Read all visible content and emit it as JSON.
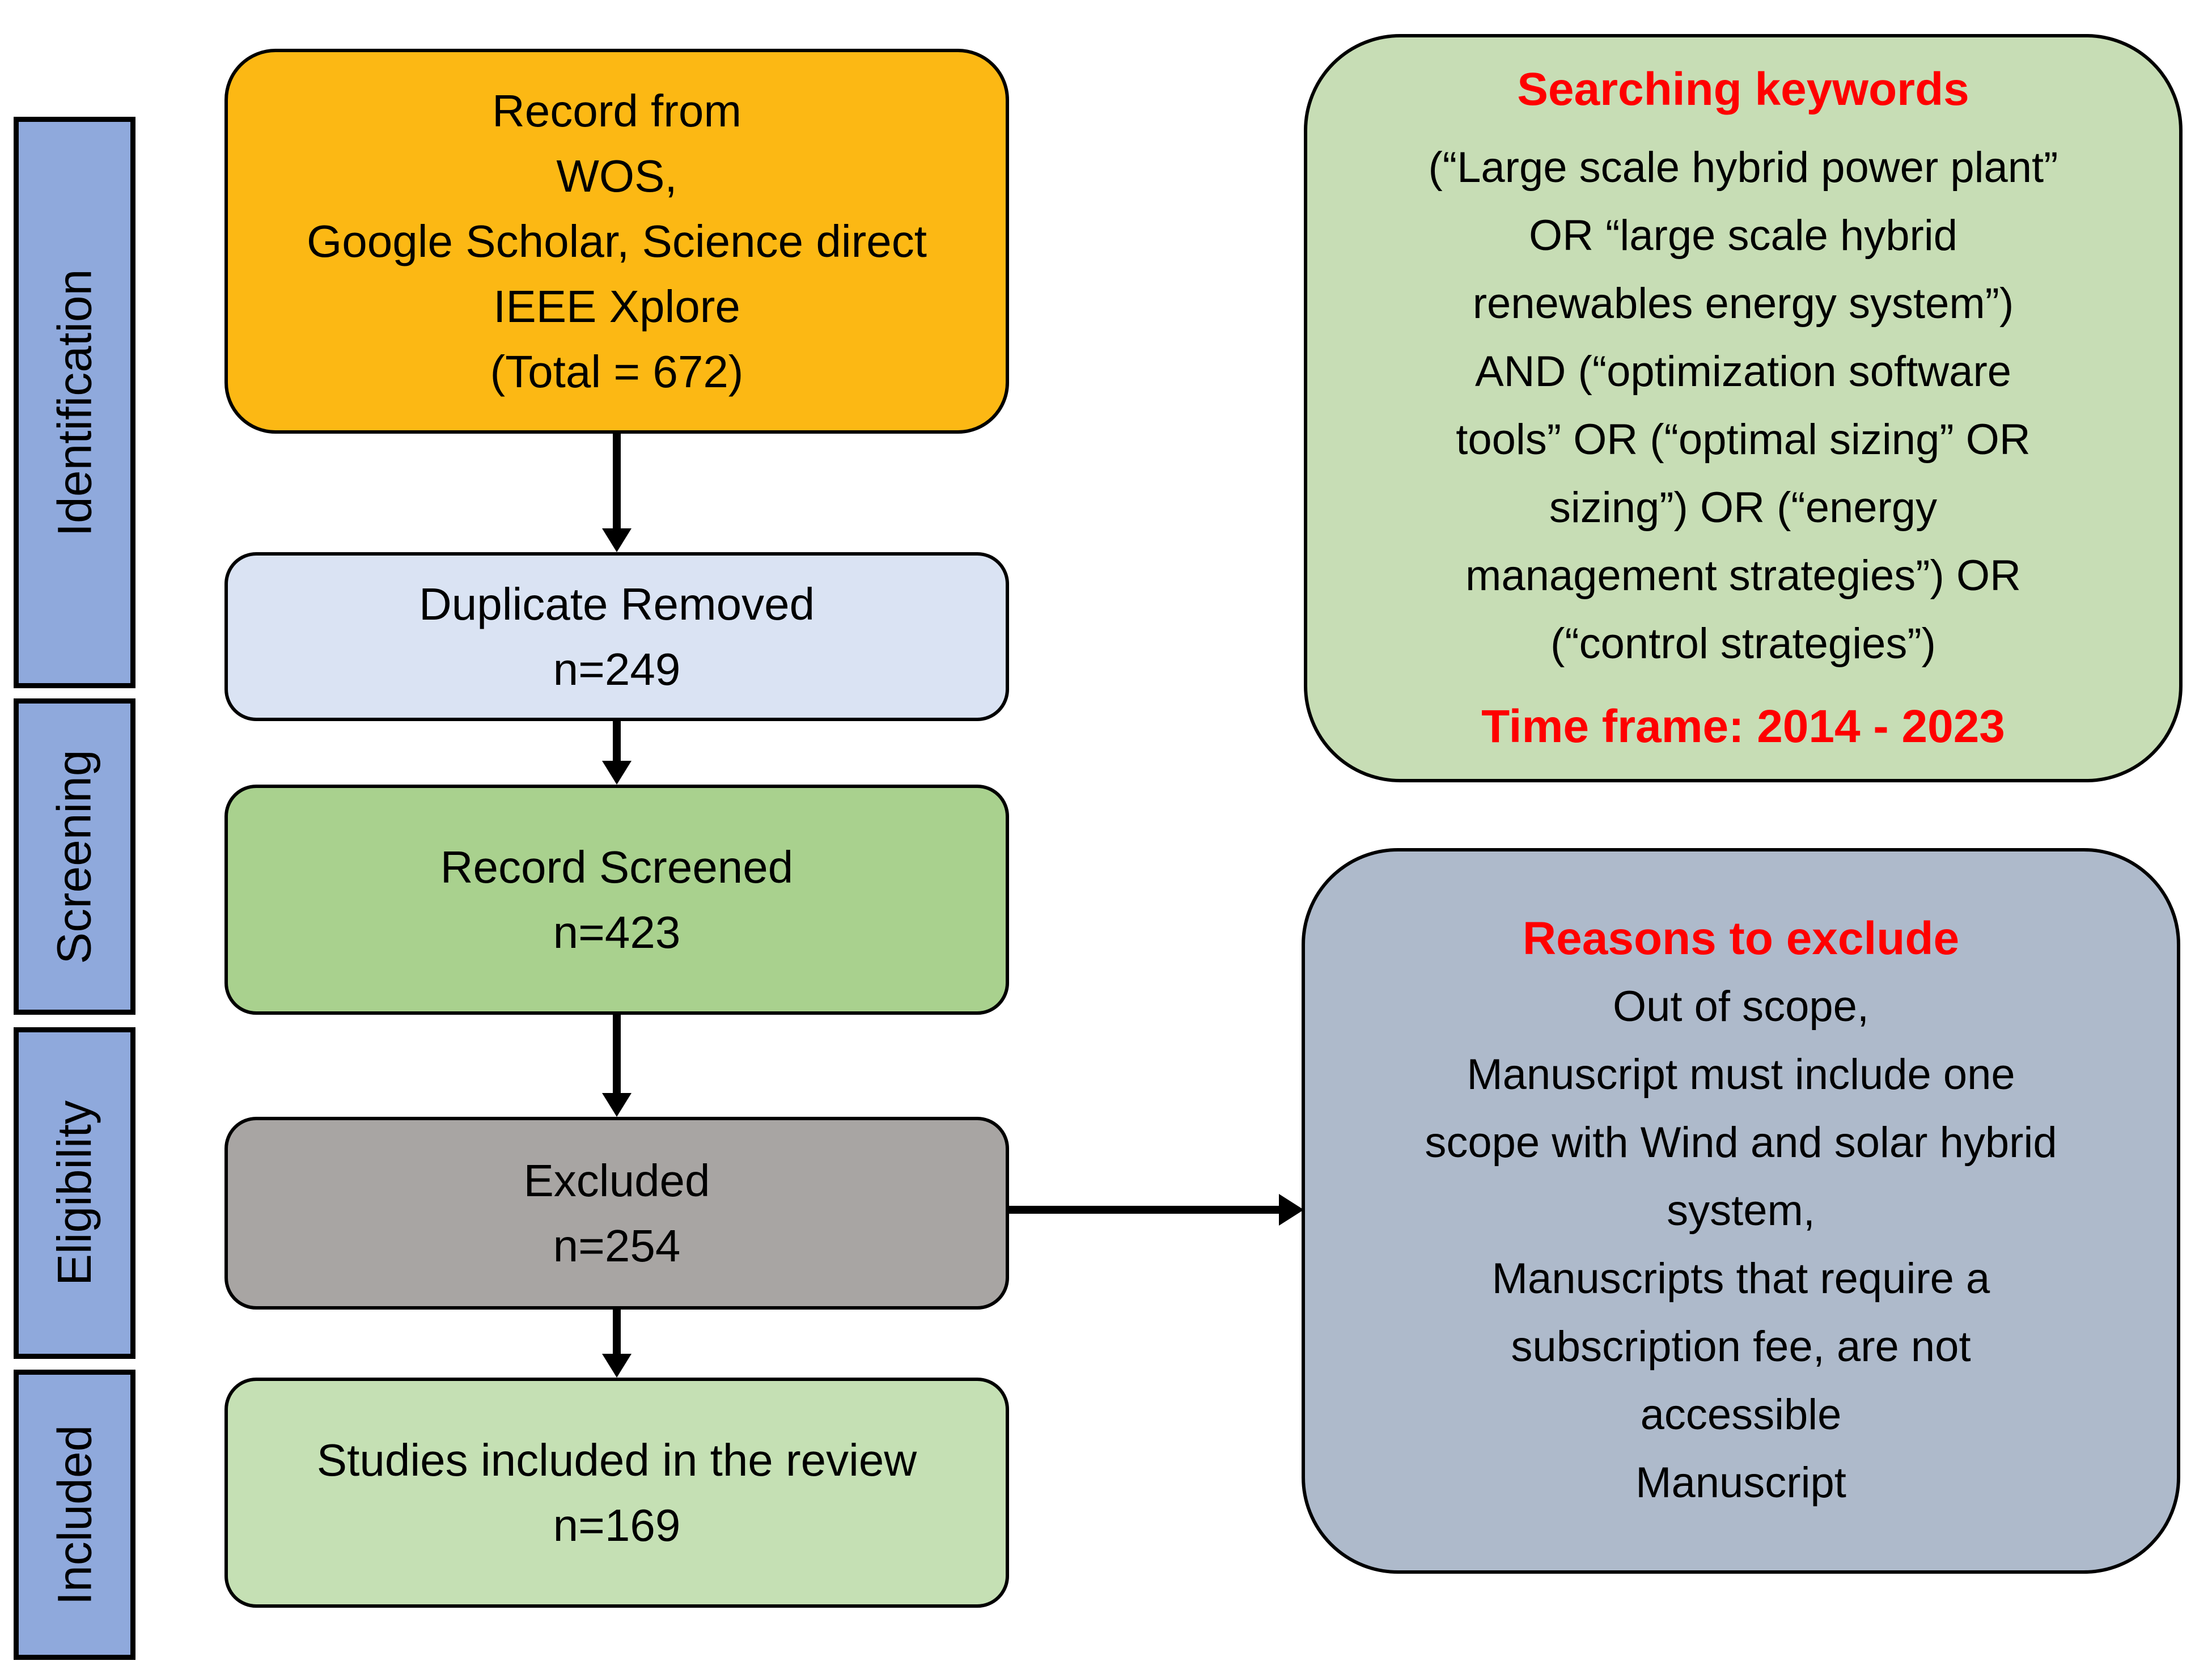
{
  "colors": {
    "stage_fill": "#8FA9DC",
    "records_fill": "#FCB814",
    "duplicates_fill": "#DAE3F3",
    "screened_fill": "#A9D18E",
    "excluded_fill": "#A8A5A3",
    "included_fill": "#C5E0B4",
    "keywords_panel_fill": "#C7DDB5",
    "exclude_panel_fill": "#AEBACB",
    "emphasis_text": "#FF0000",
    "body_text": "#000000",
    "outline": "#000000"
  },
  "sidebar": {
    "stages": [
      {
        "label": "Identification"
      },
      {
        "label": "Screening"
      },
      {
        "label": "Eligibility"
      },
      {
        "label": "Included"
      }
    ]
  },
  "flow": {
    "records": {
      "lines": [
        "Record from",
        "WOS,",
        "Google Scholar, Science direct",
        "IEEE Xplore",
        "(Total = 672)"
      ]
    },
    "duplicates": {
      "lines": [
        "Duplicate Removed",
        "n=249"
      ]
    },
    "screened": {
      "lines": [
        "Record Screened",
        "n=423"
      ]
    },
    "excluded": {
      "lines": [
        "Excluded",
        "n=254"
      ]
    },
    "included": {
      "lines": [
        "Studies included in the review",
        "n=169"
      ]
    }
  },
  "keywords_panel": {
    "title": "Searching keywords",
    "lines": [
      "(“Large scale hybrid power plant”",
      "OR “large scale hybrid",
      "renewables energy system”)",
      "AND (“optimization software",
      "tools” OR (“optimal sizing” OR",
      "sizing”) OR (“energy",
      "management strategies”) OR",
      "(“control strategies”)"
    ],
    "timeframe": "Time frame: 2014 - 2023"
  },
  "exclude_panel": {
    "title": "Reasons to exclude",
    "lines": [
      "Out of scope,",
      "Manuscript must include one",
      "scope with Wind and solar hybrid",
      "system,",
      "Manuscripts that require a",
      "subscription fee, are not",
      "accessible",
      "Manuscript"
    ]
  }
}
